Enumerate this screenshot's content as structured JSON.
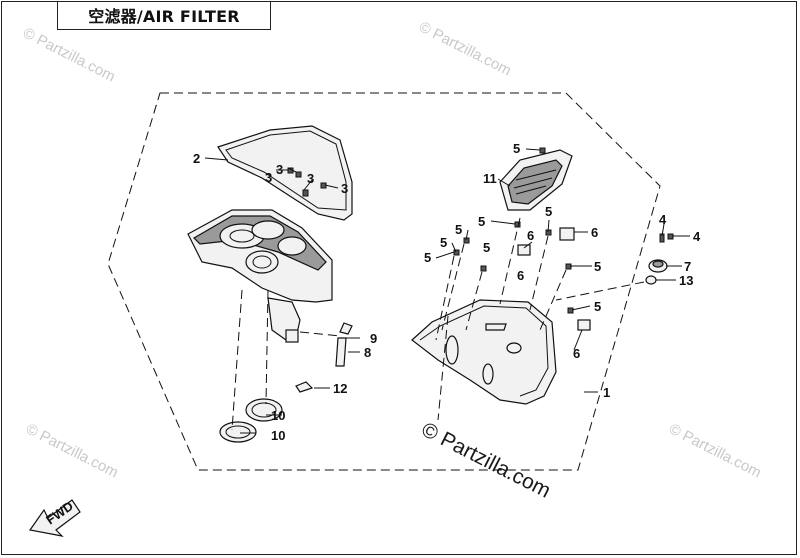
{
  "title": "空滤器/AIR FILTER",
  "callouts": [
    {
      "id": "c1",
      "text": "1"
    },
    {
      "id": "c2",
      "text": "2"
    },
    {
      "id": "c3a",
      "text": "3"
    },
    {
      "id": "c3b",
      "text": "3"
    },
    {
      "id": "c3c",
      "text": "3"
    },
    {
      "id": "c3d",
      "text": "3"
    },
    {
      "id": "c4a",
      "text": "4"
    },
    {
      "id": "c4b",
      "text": "4"
    },
    {
      "id": "c5a",
      "text": "5"
    },
    {
      "id": "c5b",
      "text": "5"
    },
    {
      "id": "c5c",
      "text": "5"
    },
    {
      "id": "c5d",
      "text": "5"
    },
    {
      "id": "c5e",
      "text": "5"
    },
    {
      "id": "c5f",
      "text": "5"
    },
    {
      "id": "c5g",
      "text": "5"
    },
    {
      "id": "c5h",
      "text": "5"
    },
    {
      "id": "c5i",
      "text": "5"
    },
    {
      "id": "c6a",
      "text": "6"
    },
    {
      "id": "c6b",
      "text": "6"
    },
    {
      "id": "c6c",
      "text": "6"
    },
    {
      "id": "c6d",
      "text": "6"
    },
    {
      "id": "c7",
      "text": "7"
    },
    {
      "id": "c8",
      "text": "8"
    },
    {
      "id": "c9",
      "text": "9"
    },
    {
      "id": "c10a",
      "text": "10"
    },
    {
      "id": "c10b",
      "text": "10"
    },
    {
      "id": "c11",
      "text": "11"
    },
    {
      "id": "c12",
      "text": "12"
    },
    {
      "id": "c13",
      "text": "13"
    }
  ],
  "watermarks": {
    "small": "© Partzilla.com",
    "large": "© Partzilla.com"
  },
  "fwd_label": "FWD"
}
